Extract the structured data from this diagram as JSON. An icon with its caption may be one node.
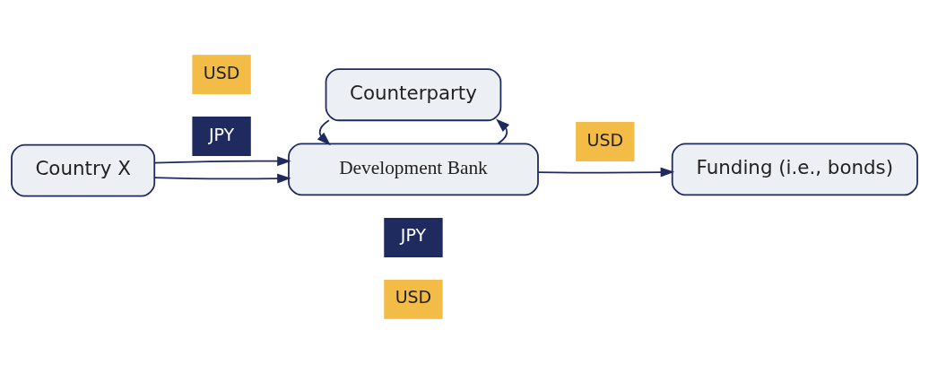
{
  "diagram": {
    "nodes": [
      {
        "text": [
          "Country X"
        ]
      },
      {
        "text": [
          "USD"
        ]
      },
      {
        "text": [
          "JPY"
        ]
      },
      {
        "text": [
          "Development Bank"
        ]
      },
      {
        "text": [
          "USD"
        ]
      },
      {
        "text": [
          "Funding (i.e., bonds)"
        ]
      },
      {
        "text": [
          "JPY"
        ]
      },
      {
        "text": [
          "USD"
        ]
      },
      {
        "text": [
          "Counterparty"
        ]
      }
    ],
    "edges": [
      {
        "from": 0,
        "to": 3,
        "arrow": "to"
      },
      {
        "from": 0,
        "to": 3,
        "arrow": "to"
      },
      {
        "from": 3,
        "to": 5,
        "arrow": "to"
      },
      {
        "from": 3,
        "to": 8,
        "arrow": "to"
      },
      {
        "from": 8,
        "to": 3,
        "arrow": "to"
      }
    ]
  }
}
